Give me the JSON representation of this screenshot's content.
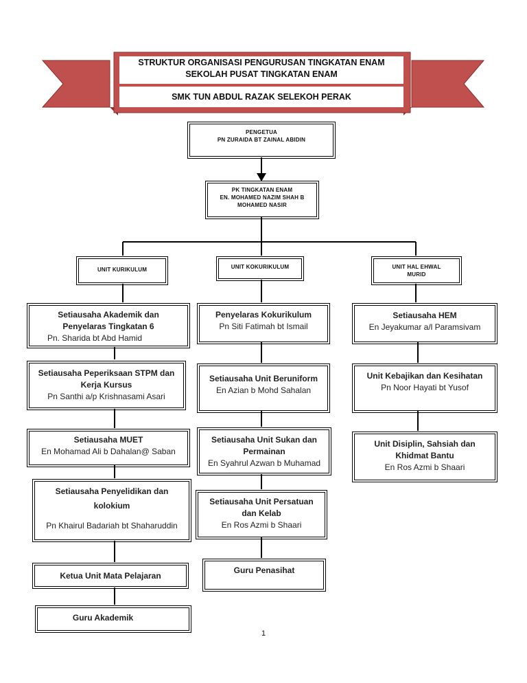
{
  "banner": {
    "title_line1": "STRUKTUR ORGANISASI PENGURUSAN TINGKATAN ENAM",
    "title_line2": "SEKOLAH PUSAT TINGKATAN ENAM",
    "school": "SMK TUN ABDUL RAZAK SELEKOH PERAK",
    "colors": {
      "ribbon": "#c0504d",
      "ribbon_dark": "#8c2f2c",
      "band": "#e8c9c8"
    }
  },
  "pengetua": {
    "title": "PENGETUA",
    "name": "PN ZURAIDA BT ZAINAL ABIDIN"
  },
  "pk": {
    "title": "PK TINGKATAN ENAM",
    "name_line1": "EN. MOHAMED NAZIM SHAH B",
    "name_line2": "MOHAMED NASIR"
  },
  "units": {
    "kurikulum": "UNIT KURIKULUM",
    "kokurikulum": "UNIT KOKURIKULUM",
    "hem_line1": "UNIT HAL EHWAL",
    "hem_line2": "MURID"
  },
  "left": [
    {
      "lines": [
        "Setiausaha Akademik dan",
        "Penyelaras Tingkatan 6"
      ],
      "name": "Pn. Sharida bt Abd Hamid"
    },
    {
      "lines": [
        "Setiausaha Peperiksaan STPM dan",
        "Kerja Kursus"
      ],
      "name": "Pn Santhi a/p Krishnasami Asari"
    },
    {
      "lines": [
        "Setiausaha MUET"
      ],
      "name": "En Mohamad Ali b Dahalan@ Saban"
    },
    {
      "lines": [
        "Setiausaha Penyelidikan dan",
        "kolokium"
      ],
      "name": "Pn Khairul Badariah bt Shaharuddin"
    },
    {
      "lines": [
        "Ketua Unit Mata Pelajaran"
      ],
      "name": ""
    },
    {
      "lines": [
        "Guru Akademik"
      ],
      "name": ""
    }
  ],
  "middle": [
    {
      "lines": [
        "Penyelaras Kokurikulum"
      ],
      "name": "Pn Siti Fatimah bt Ismail"
    },
    {
      "lines": [
        "Setiausaha Unit  Beruniform"
      ],
      "name": "En Azian b Mohd Sahalan"
    },
    {
      "lines": [
        "Setiausaha Unit Sukan dan",
        "Permainan"
      ],
      "name": "En Syahrul Azwan b Muhamad"
    },
    {
      "lines": [
        "Setiausaha Unit Persatuan",
        "dan Kelab"
      ],
      "name": "En Ros Azmi b Shaari"
    },
    {
      "lines": [
        "Guru Penasihat"
      ],
      "name": ""
    }
  ],
  "right": [
    {
      "lines": [
        "Setiausaha HEM"
      ],
      "name": "En Jeyakumar a/l Paramsivam"
    },
    {
      "lines": [
        "Unit Kebajikan dan Kesihatan"
      ],
      "name": "Pn Noor Hayati bt Yusof"
    },
    {
      "lines": [
        "Unit Disiplin, Sahsiah dan",
        "Khidmat Bantu"
      ],
      "name": "En Ros Azmi b Shaari"
    }
  ],
  "page_number": "1"
}
